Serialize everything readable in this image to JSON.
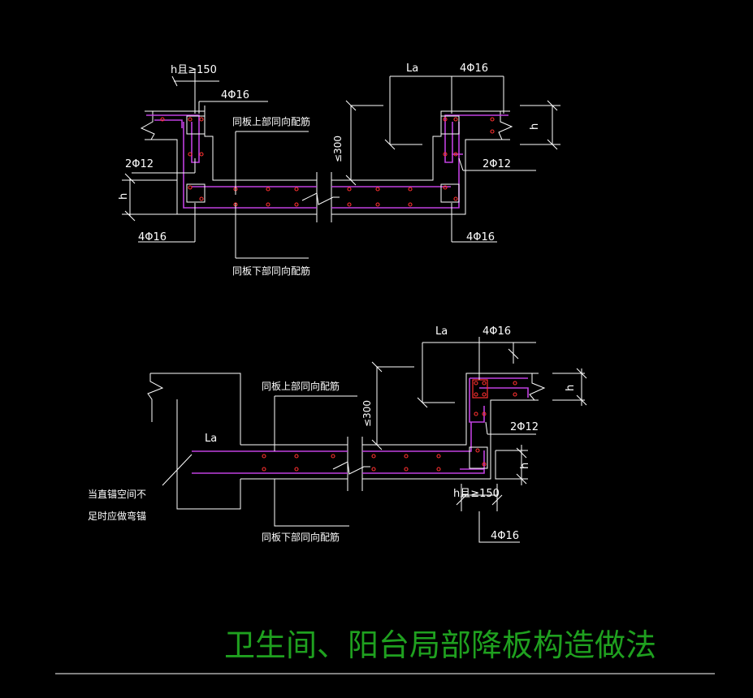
{
  "top_detail": {
    "h_label_left": "h且≥150",
    "rebar_4phi16_top_left": "4Φ16",
    "upper_note": "同板上部同向配筋",
    "le300": "≤300",
    "la": "La",
    "rebar_4phi16_top_right": "4Φ16",
    "h_right": "h",
    "rebar_2phi12_left": "2Φ12",
    "rebar_2phi12_right": "2Φ12",
    "h_left": "h",
    "rebar_4phi16_bottom_left": "4Φ16",
    "rebar_4phi16_bottom_right": "4Φ16",
    "lower_note": "同板下部同向配筋"
  },
  "bottom_detail": {
    "la_top": "La",
    "rebar_4phi16_top": "4Φ16",
    "upper_note": "同板上部同向配筋",
    "le300": "≤300",
    "h_right": "h",
    "rebar_2phi12": "2Φ12",
    "la_left": "La",
    "h_mid": "h",
    "anchor_note_line1": "当直锚空间不",
    "anchor_note_line2": "足时应做弯锚",
    "h_label": "h且≥150",
    "lower_note": "同板下部同向配筋",
    "rebar_4phi16_bottom": "4Φ16"
  },
  "title": "卫生间、阳台局部降板构造做法"
}
